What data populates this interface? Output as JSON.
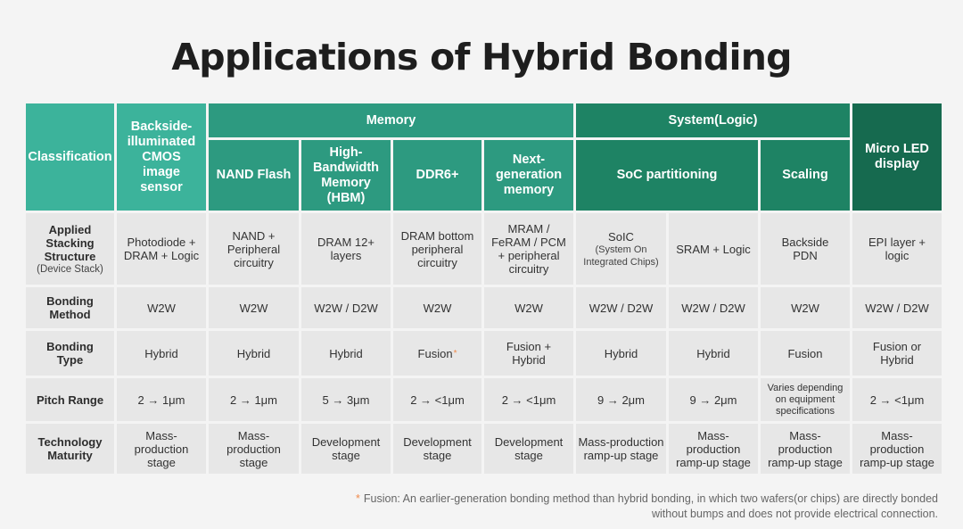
{
  "title": "Applications of Hybrid Bonding",
  "headers": {
    "classification": "Classification",
    "cmos": "Backside-illuminated CMOS image sensor",
    "memory": "Memory",
    "system": "System(Logic)",
    "microled": "Micro LED display",
    "nand": "NAND Flash",
    "hbm": "High-Bandwidth Memory (HBM)",
    "ddr6": "DDR6+",
    "nextgen": "Next-generation memory",
    "soc": "SoC partitioning",
    "scaling": "Scaling"
  },
  "row_labels": {
    "stacking": "Applied Stacking Structure",
    "stacking_sub": "(Device Stack)",
    "method": "Bonding Method",
    "type": "Bonding Type",
    "pitch": "Pitch Range",
    "maturity": "Technology Maturity"
  },
  "stacking": {
    "c1": "Photodiode + DRAM + Logic",
    "c2": "NAND + Peripheral circuitry",
    "c3": "DRAM 12+ layers",
    "c4": "DRAM bottom peripheral circuitry",
    "c5": "MRAM / FeRAM / PCM + peripheral circuitry",
    "c6": "SoIC",
    "c6_sub": "(System On Integrated Chips)",
    "c7": "SRAM + Logic",
    "c8": "Backside PDN",
    "c9": "EPI layer + logic"
  },
  "method": {
    "c1": "W2W",
    "c2": "W2W",
    "c3": "W2W / D2W",
    "c4": "W2W",
    "c5": "W2W",
    "c6": "W2W / D2W",
    "c7": "W2W / D2W",
    "c8": "W2W",
    "c9": "W2W / D2W"
  },
  "type": {
    "c1": "Hybrid",
    "c2": "Hybrid",
    "c3": "Hybrid",
    "c4": "Fusion",
    "c4_mark": "*",
    "c5": "Fusion + Hybrid",
    "c6": "Hybrid",
    "c7": "Hybrid",
    "c8": "Fusion",
    "c9": "Fusion or Hybrid"
  },
  "pitch": {
    "c1": "2 → 1μm",
    "c2": "2 → 1μm",
    "c3": "5 → 3μm",
    "c4": "2 → <1μm",
    "c5": "2 → <1μm",
    "c6": "9 → 2μm",
    "c7": "9 → 2μm",
    "c8": "Varies depending on equipment specifications",
    "c9": "2 → <1μm"
  },
  "maturity": {
    "c1": "Mass-production stage",
    "c2": "Mass-production stage",
    "c3": "Development stage",
    "c4": "Development stage",
    "c5": "Development stage",
    "c6": "Mass-production ramp-up stage",
    "c7": "Mass-production ramp-up stage",
    "c8": "Mass-production ramp-up stage",
    "c9": "Mass-production ramp-up stage"
  },
  "footnote": {
    "mark": "*",
    "line1": "Fusion: An earlier-generation bonding method than hybrid bonding, in which two wafers(or chips) are directly bonded",
    "line2": "without bumps and does not provide electrical connection."
  },
  "colors": {
    "header_light": "#3cb39b",
    "header_memory": "#2d9a80",
    "header_system": "#1e8364",
    "header_microled": "#166a4f",
    "footnote_mark": "#f08a4b"
  }
}
